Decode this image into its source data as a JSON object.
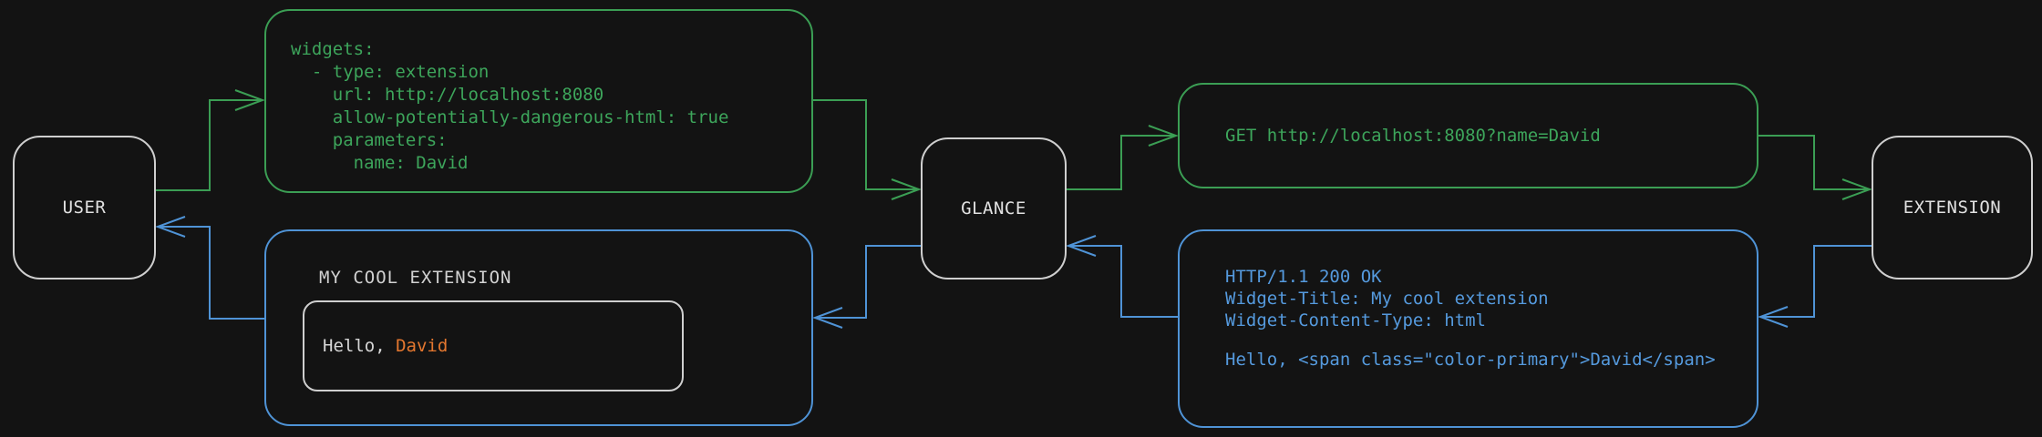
{
  "diagram_title": "glance-extension-flow",
  "colors": {
    "background": "#131313",
    "green": "#3b9e54",
    "blue": "#4f93d6",
    "white": "#cfcfcf",
    "orange": "#e4772f"
  },
  "nodes": {
    "user": {
      "label": "USER"
    },
    "glance": {
      "label": "GLANCE"
    },
    "extension": {
      "label": "EXTENSION"
    }
  },
  "config_block": {
    "language": "yaml",
    "lines": [
      "widgets:",
      "  - type: extension",
      "    url: http://localhost:8080",
      "    allow-potentially-dangerous-html: true",
      "    parameters:",
      "      name: David"
    ]
  },
  "request_block": {
    "text": "GET http://localhost:8080?name=David"
  },
  "response_block": {
    "lines": [
      "HTTP/1.1 200 OK",
      "Widget-Title: My cool extension",
      "Widget-Content-Type: html",
      "",
      "Hello, <span class=\"color-primary\">David</span>"
    ]
  },
  "widget_preview": {
    "title": "MY COOL EXTENSION",
    "greeting_prefix": "Hello, ",
    "greeting_name": "David"
  }
}
